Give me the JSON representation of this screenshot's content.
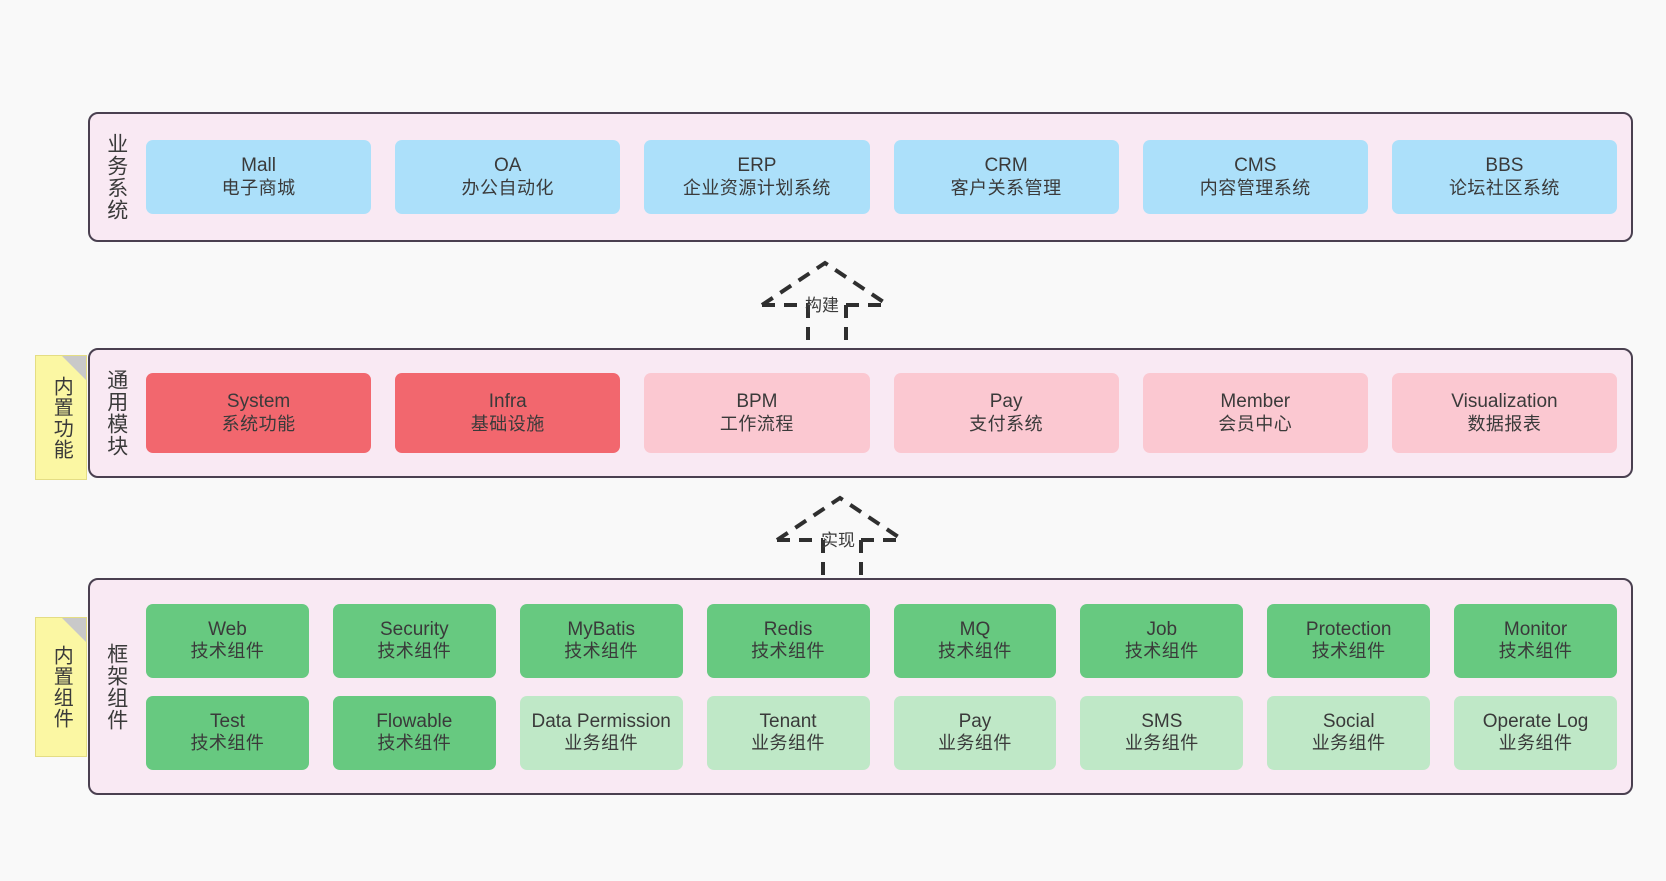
{
  "diagram": {
    "background_color": "#f9f9f9",
    "layer_fill": "#f9e9f3",
    "layer_border": "#4a4050",
    "note_fill": "#fbf7a3"
  },
  "notes": [
    {
      "label": "内置功能"
    },
    {
      "label": "内置组件"
    }
  ],
  "connectors": [
    {
      "label": "构建"
    },
    {
      "label": "实现"
    }
  ],
  "layers": [
    {
      "title": "业务系统",
      "rows": [
        {
          "nodes": [
            {
              "en": "Mall",
              "cn": "电子商城",
              "color": "#ace0fa"
            },
            {
              "en": "OA",
              "cn": "办公自动化",
              "color": "#ace0fa"
            },
            {
              "en": "ERP",
              "cn": "企业资源计划系统",
              "color": "#ace0fa"
            },
            {
              "en": "CRM",
              "cn": "客户关系管理",
              "color": "#ace0fa"
            },
            {
              "en": "CMS",
              "cn": "内容管理系统",
              "color": "#ace0fa"
            },
            {
              "en": "BBS",
              "cn": "论坛社区系统",
              "color": "#ace0fa"
            }
          ]
        }
      ]
    },
    {
      "title": "通用模块",
      "rows": [
        {
          "nodes": [
            {
              "en": "System",
              "cn": "系统功能",
              "color": "#f2676e"
            },
            {
              "en": "Infra",
              "cn": "基础设施",
              "color": "#f2676e"
            },
            {
              "en": "BPM",
              "cn": "工作流程",
              "color": "#fbc8d1"
            },
            {
              "en": "Pay",
              "cn": "支付系统",
              "color": "#fbc8d1"
            },
            {
              "en": "Member",
              "cn": "会员中心",
              "color": "#fbc8d1"
            },
            {
              "en": "Visualization",
              "cn": "数据报表",
              "color": "#fbc8d1"
            }
          ]
        }
      ]
    },
    {
      "title": "框架组件",
      "rows": [
        {
          "nodes": [
            {
              "en": "Web",
              "cn": "技术组件",
              "color": "#67c980"
            },
            {
              "en": "Security",
              "cn": "技术组件",
              "color": "#67c980"
            },
            {
              "en": "MyBatis",
              "cn": "技术组件",
              "color": "#67c980"
            },
            {
              "en": "Redis",
              "cn": "技术组件",
              "color": "#67c980"
            },
            {
              "en": "MQ",
              "cn": "技术组件",
              "color": "#67c980"
            },
            {
              "en": "Job",
              "cn": "技术组件",
              "color": "#67c980"
            },
            {
              "en": "Protection",
              "cn": "技术组件",
              "color": "#67c980"
            },
            {
              "en": "Monitor",
              "cn": "技术组件",
              "color": "#67c980"
            }
          ]
        },
        {
          "nodes": [
            {
              "en": "Test",
              "cn": "技术组件",
              "color": "#67c980"
            },
            {
              "en": "Flowable",
              "cn": "技术组件",
              "color": "#67c980"
            },
            {
              "en": "Data Permission",
              "cn": "业务组件",
              "color": "#bfe8c7"
            },
            {
              "en": "Tenant",
              "cn": "业务组件",
              "color": "#bfe8c7"
            },
            {
              "en": "Pay",
              "cn": "业务组件",
              "color": "#bfe8c7"
            },
            {
              "en": "SMS",
              "cn": "业务组件",
              "color": "#bfe8c7"
            },
            {
              "en": "Social",
              "cn": "业务组件",
              "color": "#bfe8c7"
            },
            {
              "en": "Operate Log",
              "cn": "业务组件",
              "color": "#bfe8c7"
            }
          ]
        }
      ]
    }
  ]
}
